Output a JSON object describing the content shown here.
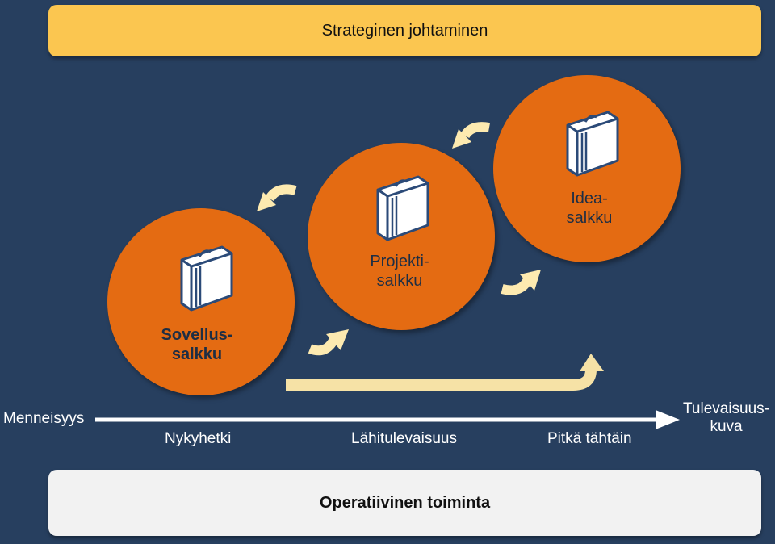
{
  "header": {
    "title": "Strateginen johtaminen"
  },
  "footer": {
    "title": "Operatiivinen toiminta"
  },
  "portfolios": [
    {
      "line1": "Sovellus-",
      "line2": "salkku",
      "icon": "briefcase-icon"
    },
    {
      "line1": "Projekti-",
      "line2": "salkku",
      "icon": "briefcase-icon"
    },
    {
      "line1": "Idea-",
      "line2": "salkku",
      "icon": "briefcase-icon"
    }
  ],
  "timeline": {
    "past": "Menneisyys",
    "present": "Nykyhetki",
    "near_future": "Lähitulevaisuus",
    "long_term": "Pitkä tähtäin",
    "future_line1": "Tulevaisuus-",
    "future_line2": "kuva"
  },
  "colors": {
    "background": "#273f5f",
    "top_banner": "#fbc650",
    "bottom_banner": "#f2f2f2",
    "circle": "#e46b12",
    "arrow": "#fdeab0",
    "timeline": "#ffffff"
  }
}
